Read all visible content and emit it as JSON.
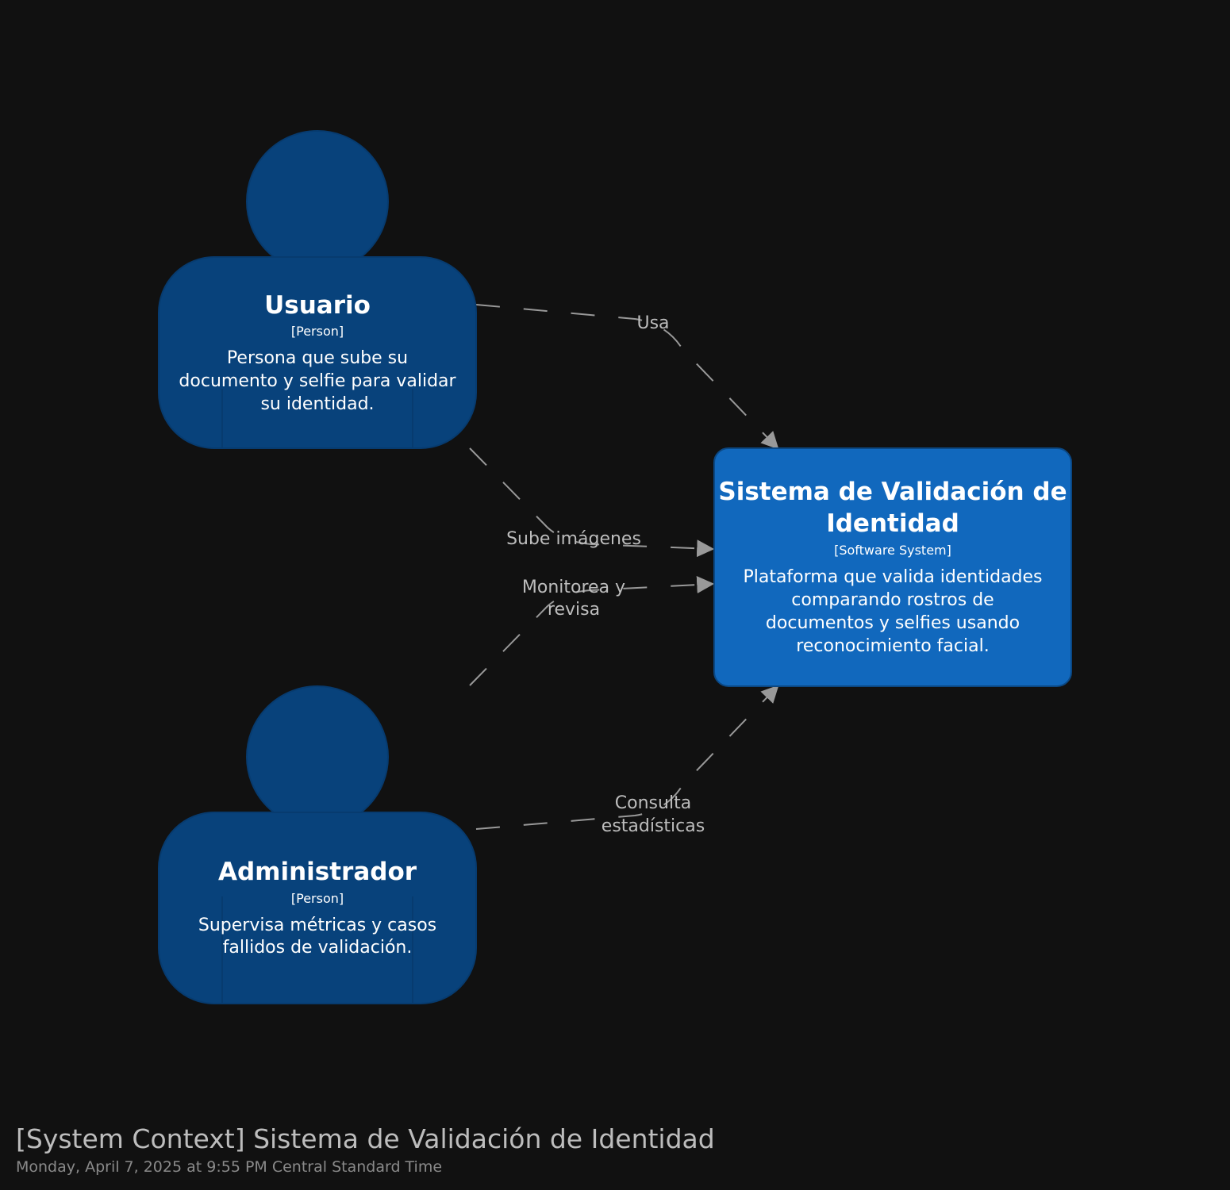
{
  "colors": {
    "background": "#111111",
    "person_fill": "#08427b",
    "system_fill": "#1168bd",
    "edge_stroke": "#999999",
    "edge_label": "#bdbdbd",
    "text": "#ffffff"
  },
  "nodes": {
    "usuario": {
      "title": "Usuario",
      "type": "[Person]",
      "description": [
        "Persona que sube su",
        "documento y selfie para validar",
        "su identidad."
      ],
      "icon": "person-icon"
    },
    "administrador": {
      "title": "Administrador",
      "type": "[Person]",
      "description": [
        "Supervisa métricas y casos",
        "fallidos de validación."
      ],
      "icon": "person-icon"
    },
    "sistema": {
      "title": [
        "Sistema de Validación de",
        "Identidad"
      ],
      "type": "[Software System]",
      "description": [
        "Plataforma que valida identidades",
        "comparando rostros de",
        "documentos y selfies usando",
        "reconocimiento facial."
      ]
    }
  },
  "edges": {
    "usa": {
      "label": [
        "Usa"
      ],
      "from": "Usuario",
      "to": "Sistema de Validación de Identidad"
    },
    "sube": {
      "label": [
        "Sube imágenes"
      ],
      "from": "Usuario",
      "to": "Sistema de Validación de Identidad"
    },
    "monitorea": {
      "label": [
        "Monitorea y",
        "revisa"
      ],
      "from": "Administrador",
      "to": "Sistema de Validación de Identidad"
    },
    "consulta": {
      "label": [
        "Consulta",
        "estadísticas"
      ],
      "from": "Administrador",
      "to": "Sistema de Validación de Identidad"
    }
  },
  "footer": {
    "title": "[System Context] Sistema de Validación de Identidad",
    "date": "Monday, April 7, 2025 at 9:55 PM Central Standard Time"
  }
}
